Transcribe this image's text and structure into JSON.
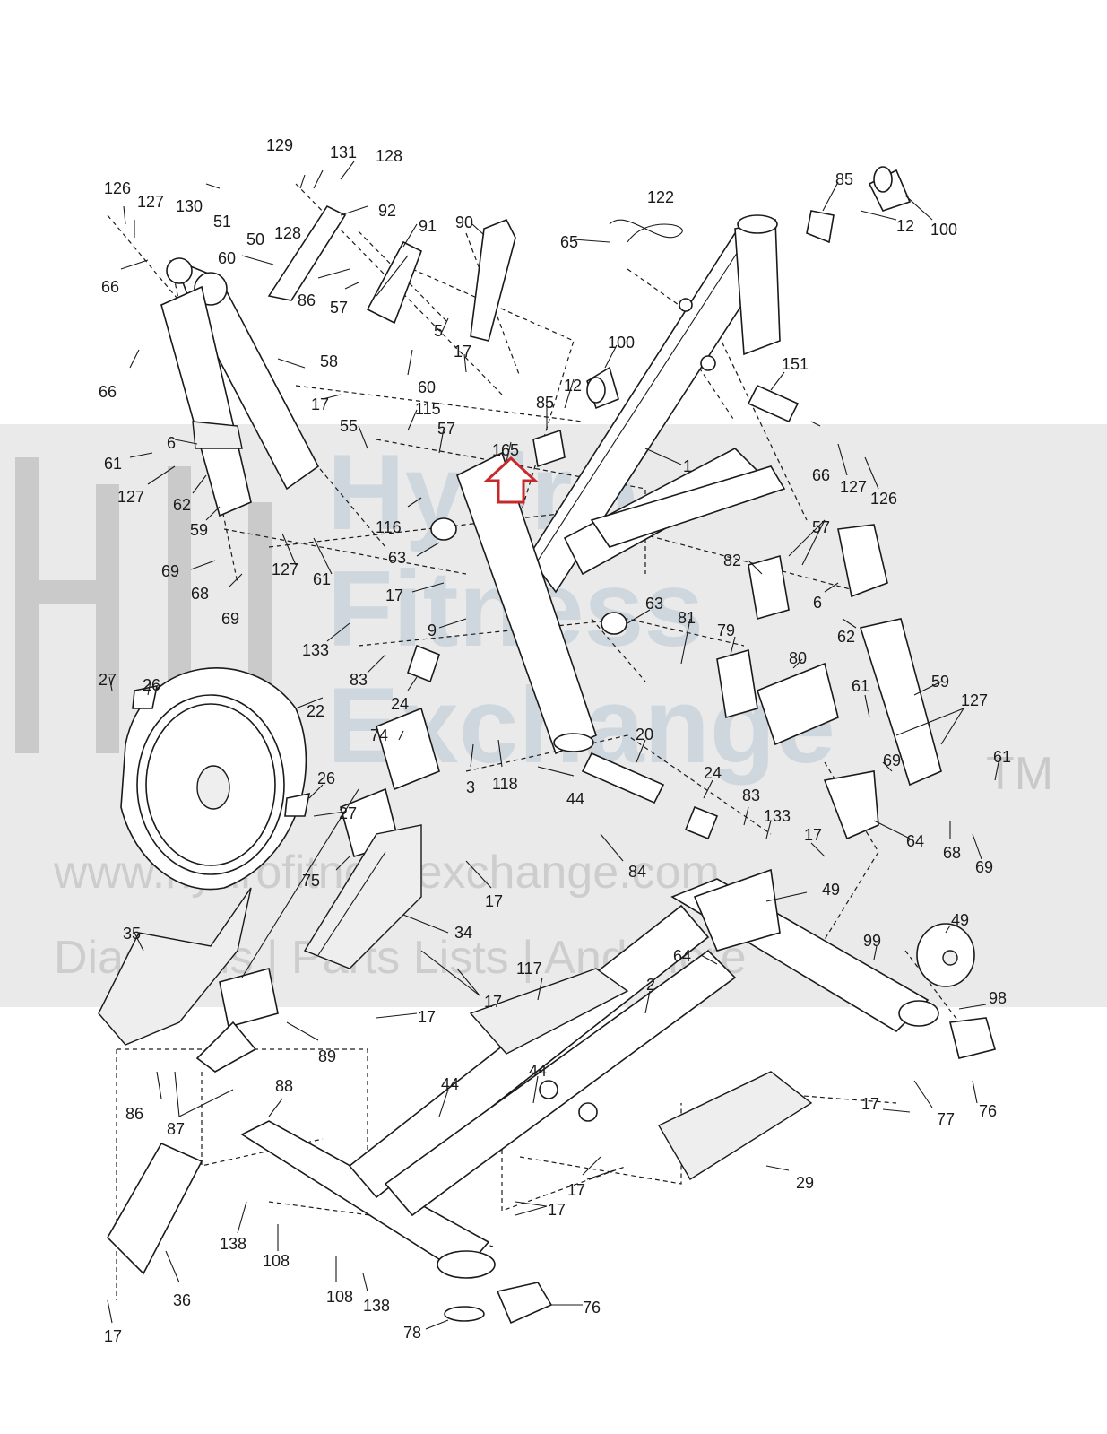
{
  "labels": {
    "l129": "129",
    "l131": "131",
    "l128a": "128",
    "l126a": "126",
    "l127a": "127",
    "l130": "130",
    "l51": "51",
    "l50": "50",
    "l128b": "128",
    "l92": "92",
    "l91": "91",
    "l90": "90",
    "l122": "122",
    "l65": "65",
    "l85a": "85",
    "l12a": "12",
    "l100a": "100",
    "l60a": "60",
    "l66a": "66",
    "l86a": "86",
    "l57a": "57",
    "l5": "5",
    "l66b": "66",
    "l58": "58",
    "l60b": "60",
    "l17a": "17",
    "l100b": "100",
    "l17b": "17",
    "l115": "115",
    "l85b": "85",
    "l12b": "12",
    "l151": "151",
    "l55": "55",
    "l57b": "57",
    "l165": "165",
    "l6a": "6",
    "l61a": "61",
    "l1": "1",
    "l127b": "127",
    "l62a": "62",
    "l66c": "66",
    "l127c": "127",
    "l126b": "126",
    "l59a": "59",
    "l116": "116",
    "l57c": "57",
    "l63a": "63",
    "l69a": "69",
    "l127d": "127",
    "l61b": "61",
    "l82": "82",
    "l68a": "68",
    "l17c": "17",
    "l6b": "6",
    "l63b": "63",
    "l69b": "69",
    "l9": "9",
    "l81": "81",
    "l62b": "62",
    "l133a": "133",
    "l79": "79",
    "l83a": "83",
    "l80": "80",
    "l27a": "27",
    "l26a": "26",
    "l24a": "24",
    "l59b": "59",
    "l22": "22",
    "l61c": "61",
    "l74": "74",
    "l127e": "127",
    "l20": "20",
    "l3": "3",
    "l118": "118",
    "l44a": "44",
    "l24b": "24",
    "l69c": "69",
    "l61d": "61",
    "l26b": "26",
    "l83b": "83",
    "l27b": "27",
    "l133b": "133",
    "l17d": "17",
    "l64a": "64",
    "l68b": "68",
    "l69d": "69",
    "l84": "84",
    "l75": "75",
    "l17e": "17",
    "l49a": "49",
    "l35": "35",
    "l34": "34",
    "l49b": "49",
    "l99": "99",
    "l117": "117",
    "l64b": "64",
    "l17f": "17",
    "l2": "2",
    "l98": "98",
    "l17g": "17",
    "l89": "89",
    "l44b": "44",
    "l86b": "86",
    "l88": "88",
    "l44c": "44",
    "l87": "87",
    "l17h": "17",
    "l77": "77",
    "l76a": "76",
    "l29": "29",
    "l17i": "17",
    "l17j": "17",
    "l138a": "138",
    "l108a": "108",
    "l108b": "108",
    "l138b": "138",
    "l36": "36",
    "l17k": "17",
    "l78": "78",
    "l76b": "76"
  },
  "watermark": {
    "brand_line1": "Hydro",
    "brand_line2": "Fitness",
    "brand_line3": "Exchange",
    "trademark": "TM",
    "url": "www.hydrofitnessexchange.com",
    "tagline": "Diagrams | Parts Lists | And More"
  },
  "highlight": {
    "color": "#c8282a",
    "icon": "up-arrow-icon"
  }
}
